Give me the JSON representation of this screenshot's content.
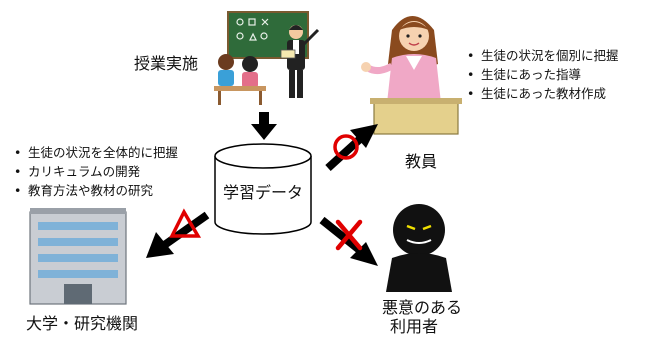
{
  "center": {
    "label": "学習データ"
  },
  "lesson": {
    "label": "授業実施"
  },
  "teacher": {
    "label": "教員",
    "bullets": [
      "生徒の状況を個別に把握",
      "生徒にあった指導",
      "生徒にあった教材作成"
    ]
  },
  "university": {
    "label": "大学・研究機関",
    "bullets": [
      "生徒の状況を全体的に把握",
      "カリキュラムの開発",
      "教育方法や教材の研究"
    ]
  },
  "malicious": {
    "label_line1": "悪意のある",
    "label_line2": "利用者"
  },
  "marks": {
    "teacher": "circle",
    "university": "triangle",
    "malicious": "cross"
  },
  "colors": {
    "mark_red": "#e00000",
    "arrow": "#000000",
    "board": "#2f6b3a"
  }
}
